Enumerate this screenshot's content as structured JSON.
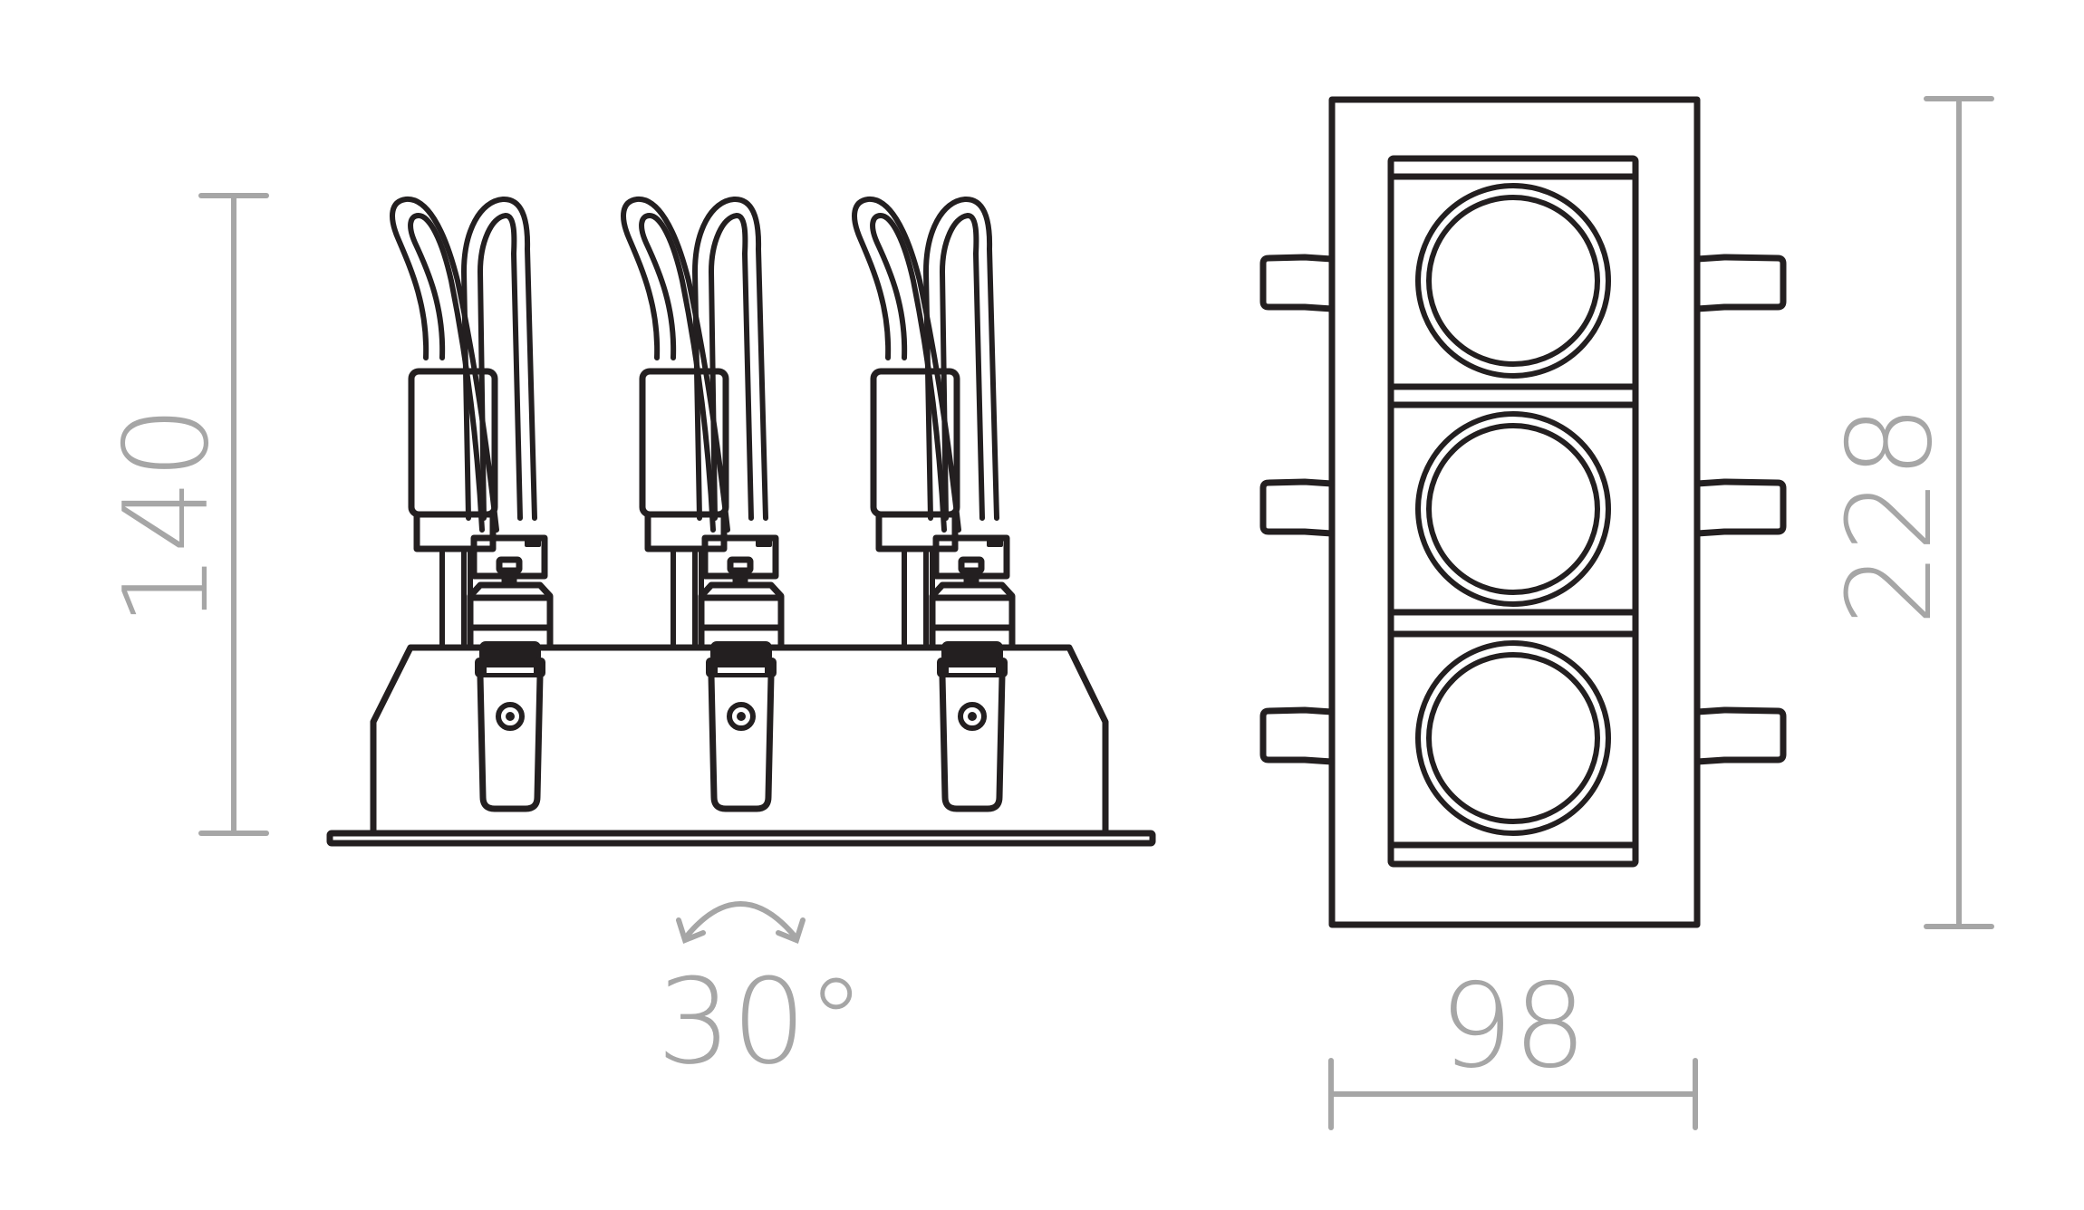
{
  "drawing": {
    "type": "technical-dimension-drawing",
    "subject": "recessed triple adjustable spotlight fitting",
    "views": [
      {
        "name": "side-view",
        "units_shown": 3
      },
      {
        "name": "front-view",
        "lamp_apertures": 3,
        "mounting_tabs_per_side": 3
      }
    ]
  },
  "dimensions": {
    "height": {
      "label": "140",
      "orientation": "vertical"
    },
    "tilt_angle": {
      "label": "30°",
      "symbol": "double-headed-arc-arrow"
    },
    "width": {
      "label": "98",
      "orientation": "horizontal"
    },
    "length": {
      "label": "228",
      "orientation": "vertical"
    }
  },
  "colors": {
    "line_art": "#231f20",
    "dimension": "#a6a6a6",
    "background": "#ffffff"
  }
}
